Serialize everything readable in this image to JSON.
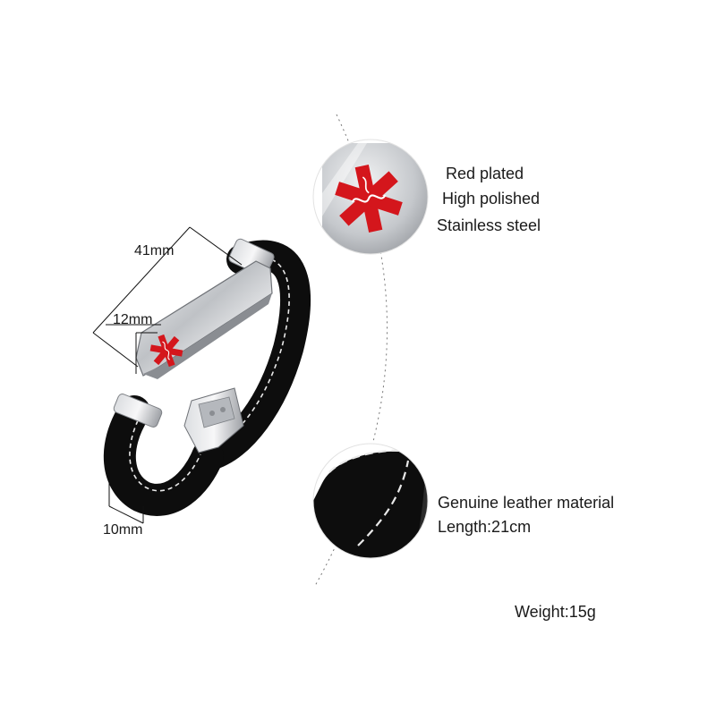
{
  "dimensions": {
    "tag_length": "41mm",
    "tag_width": "12mm",
    "band_width": "10mm"
  },
  "callout_plate": {
    "lines": [
      "Red plated",
      "High polished",
      "Stainless steel"
    ]
  },
  "callout_leather": {
    "lines": [
      "Genuine leather material",
      "Length:21cm"
    ]
  },
  "weight": "Weight:15g",
  "colors": {
    "background": "#ffffff",
    "steel": "#c9cbcf",
    "leather": "#0d0d0d",
    "stitch": "#e8e8e8",
    "medical_symbol": "#d4161c"
  }
}
